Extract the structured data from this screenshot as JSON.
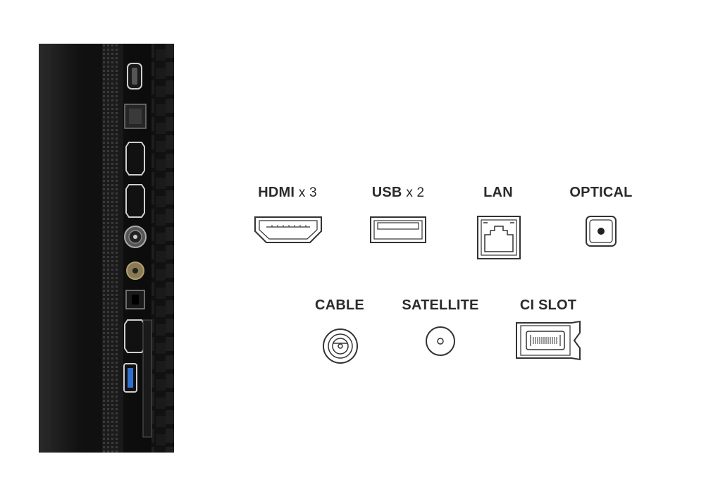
{
  "row1": [
    {
      "id": "hdmi",
      "label": "HDMI",
      "mult": "x 3",
      "icon": "hdmi-port-icon"
    },
    {
      "id": "usb",
      "label": "USB",
      "mult": "x 2",
      "icon": "usb-port-icon"
    },
    {
      "id": "lan",
      "label": "LAN",
      "mult": "",
      "icon": "lan-port-icon"
    },
    {
      "id": "optical",
      "label": "OPTICAL",
      "mult": "",
      "icon": "optical-port-icon"
    }
  ],
  "row2": [
    {
      "id": "cable",
      "label": "CABLE",
      "mult": "",
      "icon": "cable-port-icon"
    },
    {
      "id": "satellite",
      "label": "SATELLITE",
      "mult": "",
      "icon": "satellite-port-icon"
    },
    {
      "id": "ci_slot",
      "label": "CI SLOT",
      "mult": "",
      "icon": "ci-slot-icon"
    }
  ],
  "colors": {
    "text": "#2b2b2b",
    "icon_stroke": "#333333",
    "tv_body": "#0d0d0d",
    "usb_blue": "#2f6fd0"
  }
}
